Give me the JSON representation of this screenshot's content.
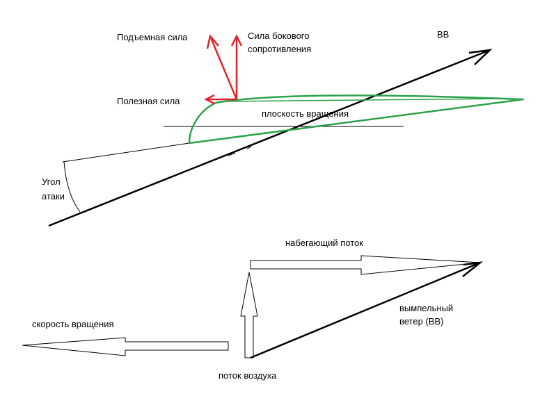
{
  "labels": {
    "lift": "Подъемная сила",
    "side_drag_line1": "Сила бокового",
    "side_drag_line2": "сопротивления",
    "apparent_wind_short": "ВВ",
    "useful_force": "Полезная сила",
    "rotation_plane": "плоскость вращения",
    "angle_of_attack_line1": "Угол",
    "angle_of_attack_line2": "атаки",
    "oncoming_flow": "набегающий поток",
    "apparent_wind_line1": "вымпельный",
    "apparent_wind_line2": "ветер (ВВ)",
    "rotation_speed": "скорость вращения",
    "airflow": "поток воздуха"
  },
  "colors": {
    "line": "#000000",
    "force_arrow": "#e0242b",
    "blade_profile": "#2ca24a"
  }
}
